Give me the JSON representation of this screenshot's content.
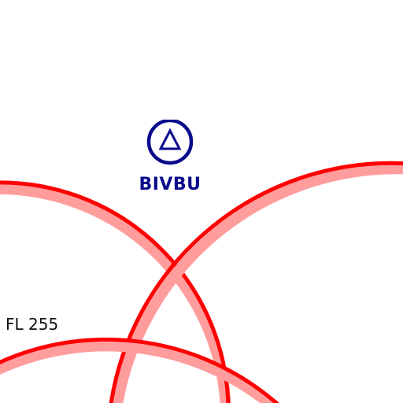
{
  "map": {
    "colors": {
      "background": "#ffffff",
      "airspace_boundary": "#ff0000",
      "airspace_halo": "#ff9c9c",
      "waypoint": "#0a0a8c",
      "text": "#111111"
    },
    "waypoint": {
      "name": "BIVBU",
      "icon": "triangle-in-circle-icon"
    },
    "flight_level_label": "FL 255",
    "airspace_boundaries": 3
  }
}
